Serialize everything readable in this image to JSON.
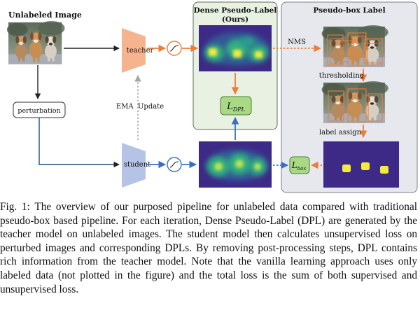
{
  "figure": {
    "unlabeled_image_label": "Unlabeled Image",
    "perturbation_label": "perturbation",
    "teacher_label": "teacher",
    "student_label": "student",
    "ema_label": "EMA  Update",
    "dpl_title_line1": "Dense Pseudo-Label",
    "dpl_title_line2": "(Ours)",
    "pseudo_box_title": "Pseudo-box Label",
    "nms_label": "NMS",
    "thresholding_label": "thresholding",
    "label_assign_label": "label assign",
    "loss_dpl_main": "L",
    "loss_dpl_sub": "DPL",
    "loss_box_main": "L",
    "loss_box_sub": "box",
    "colors": {
      "teacher": "#f6b48e",
      "student": "#b5c4e6",
      "dpl_panel": "#e8f1e2",
      "box_panel": "#e6e8ee",
      "loss_box": "#a9d985",
      "orange_arrow": "#ec7e3a",
      "blue_arrow": "#3e6cc4",
      "heatmap_bg": "#3d2a86",
      "heat_hot": "#f3ea3c"
    }
  },
  "caption": {
    "text": "Fig. 1: The overview of our purposed pipeline for unlabeled data compared with traditional pseudo-box based pipeline. For each iteration, Dense Pseudo-Label (DPL) are generated by the teacher model on unlabeled images. The student model then calculates unsupervised loss on perturbed images and corresponding DPLs. By removing post-processing steps, DPL contains rich information from the teacher model. Note that the vanilla learning approach uses only labeled data (not plotted in the figure) and the total loss is the sum of both supervised and unsupervised loss."
  }
}
